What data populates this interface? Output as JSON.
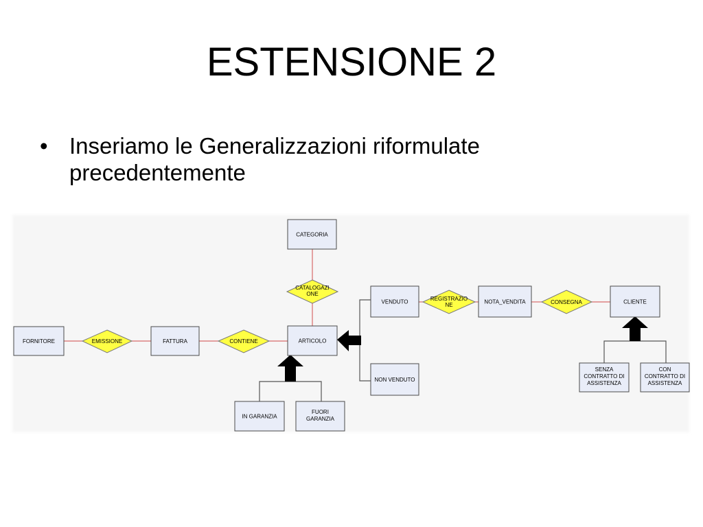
{
  "slide": {
    "title": "ESTENSIONE 2",
    "bullet_symbol": "•",
    "bullet_lines": [
      "Inseriamo le Generalizzazioni riformulate",
      "precedentemente"
    ]
  },
  "diagram": {
    "entities": {
      "categoria": "CATEGORIA",
      "fornitore": "FORNITORE",
      "fattura": "FATTURA",
      "articolo": "ARTICOLO",
      "venduto": "VENDUTO",
      "nota_vendita": "NOTA_VENDITA",
      "cliente": "CLIENTE",
      "non_venduto": "NON VENDUTO",
      "in_garanzia": "IN GARANZIA",
      "fuori_garanzia": [
        "FUORI",
        "GARANZIA"
      ],
      "senza_contratto": [
        "SENZA",
        "CONTRATTO DI",
        "ASSISTENZA"
      ],
      "con_contratto": [
        "CON",
        "CONTRATTO DI",
        "ASSISTENZA"
      ]
    },
    "relationships": {
      "catalogazione": [
        "CATALOGAZI",
        "ONE"
      ],
      "emissione": "EMISSIONE",
      "contiene": "CONTIENE",
      "registrazione": [
        "REGISTRAZIO",
        "NE"
      ],
      "consegna": "CONSEGNA"
    },
    "colors": {
      "entity_fill": "#e9edf8",
      "relationship_fill": "#ffff44",
      "relationship_line": "#d86a6a",
      "generalization_line": "#555555",
      "arrow": "#000000"
    }
  }
}
